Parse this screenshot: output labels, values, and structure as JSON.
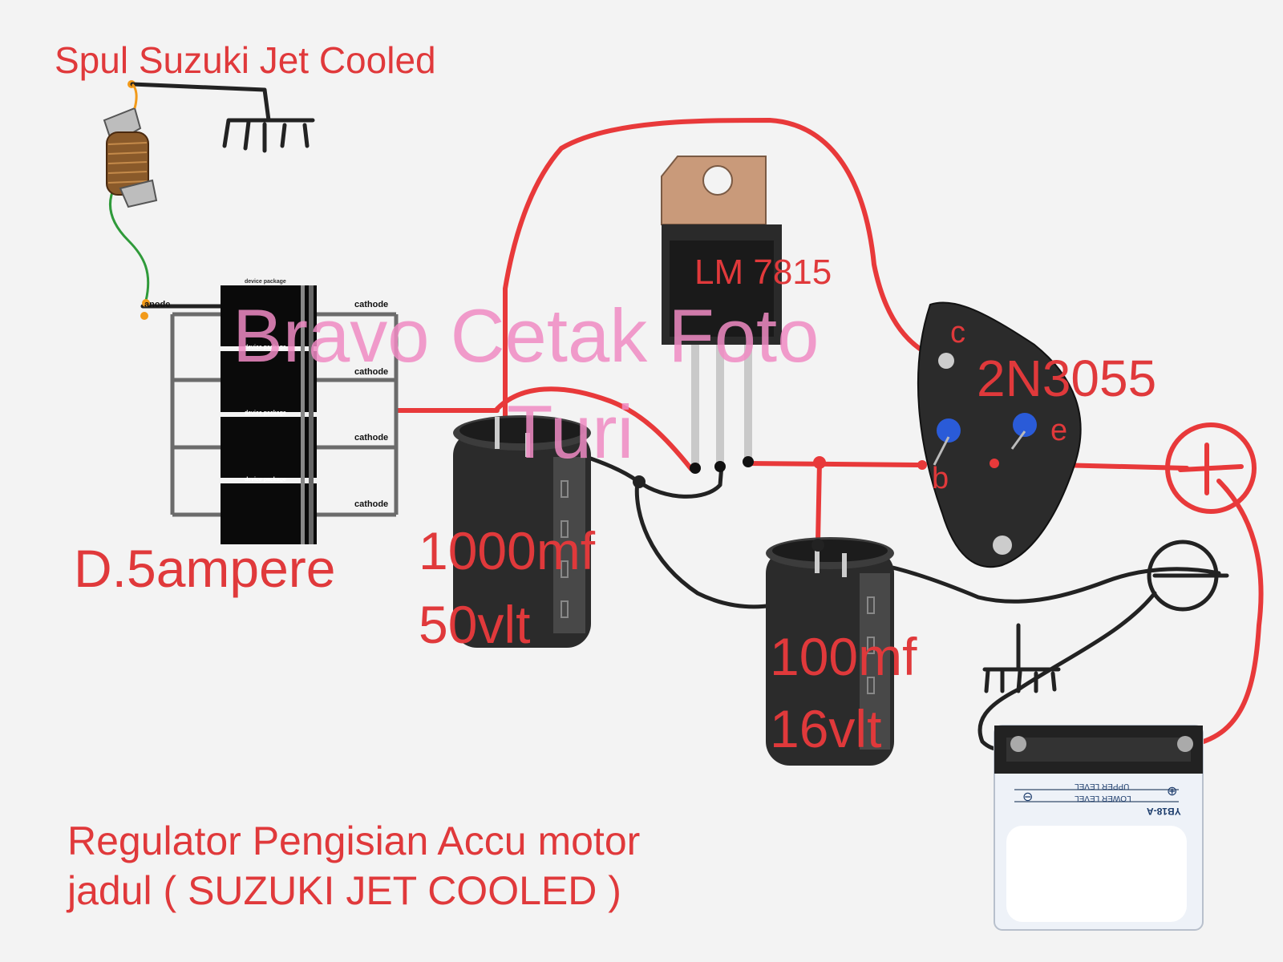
{
  "title": "Spul Suzuki Jet Cooled",
  "regulator_label": "LM 7815",
  "transistor": {
    "name": "2N3055",
    "pin_c": "c",
    "pin_e": "e",
    "pin_b": "b"
  },
  "diode": {
    "label": "D.5ampere",
    "anode_label": "anode",
    "cathode_labels": [
      "cathode",
      "cathode",
      "cathode",
      "cathode"
    ],
    "package_labels": [
      "device package",
      "device package",
      "device package",
      "device package"
    ]
  },
  "capacitor1": {
    "line1": "1000mf",
    "line2": "50vlt"
  },
  "capacitor2": {
    "line1": "100mf",
    "line2": "16vlt"
  },
  "battery": {
    "upper_level": "UPPER LEVEL",
    "lower_level": "LOWER LEVEL",
    "model": "YB18-A",
    "minus": "⊖",
    "plus": "⊕"
  },
  "watermark": {
    "line1": "Bravo Cetak Foto",
    "line2": "Turi"
  },
  "footer": {
    "line1": "Regulator Pengisian Accu motor",
    "line2": "jadul ( SUZUKI JET COOLED )"
  },
  "colors": {
    "label_red": "#e0393b",
    "wire_red": "#e8393a",
    "wire_black": "#222222",
    "wire_green": "#2f9a3a",
    "watermark_pink": "#f08bc4"
  }
}
